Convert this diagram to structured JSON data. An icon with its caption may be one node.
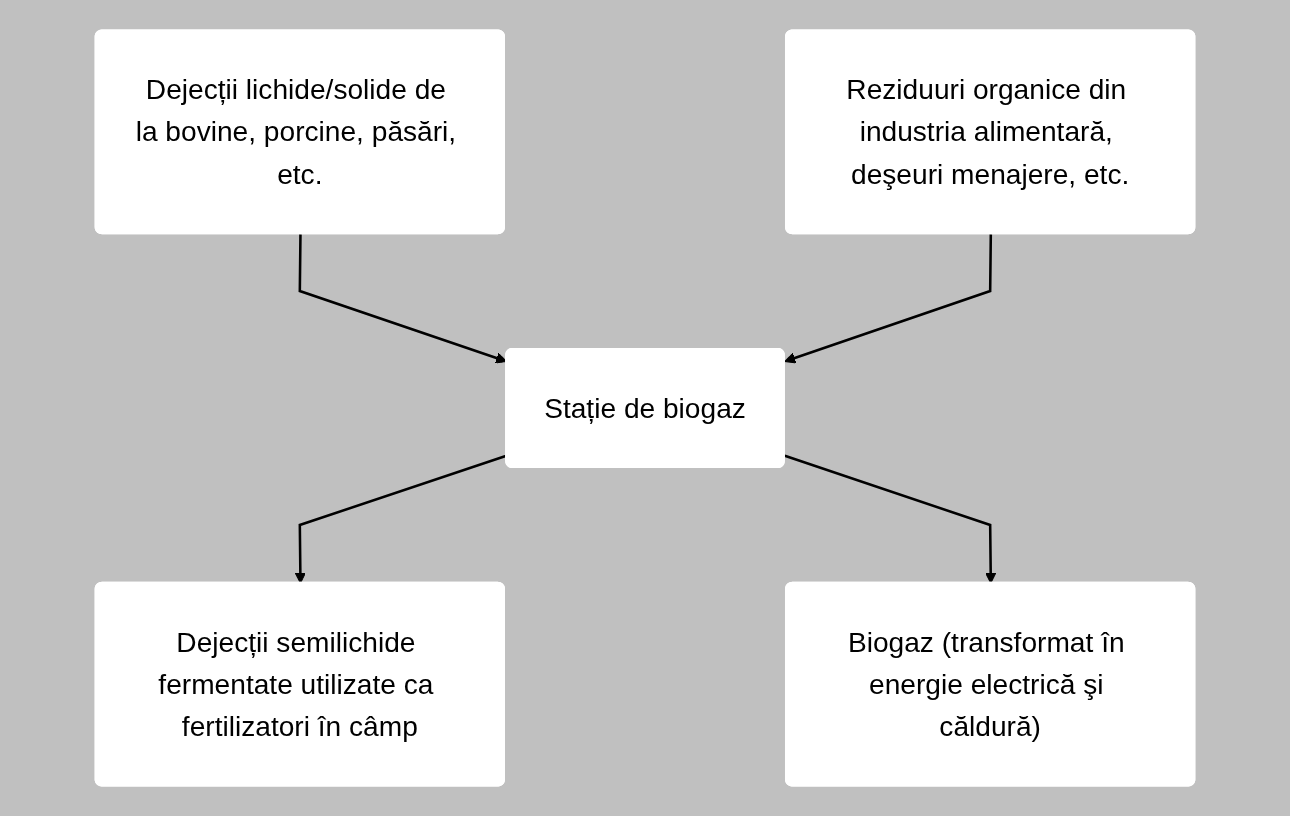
{
  "diagram": {
    "nodes": [
      {
        "text": [
          "Dejecții lichide/solide de la bovine, porcine, păsări, etc."
        ]
      },
      {
        "text": [
          "Reziduuri organice din industria alimentară, deşeuri menajere, etc."
        ]
      },
      {
        "text": [
          "Stație de biogaz"
        ]
      },
      {
        "text": [
          "Dejecții semilichide fermentate utilizate ca fertilizatori în câmp"
        ]
      },
      {
        "text": [
          "Biogaz (transformat în energie electrică şi căldură)"
        ]
      }
    ],
    "edges": [
      {
        "from": 0,
        "to": 2,
        "arrow": "to"
      },
      {
        "from": 1,
        "to": 2,
        "arrow": "to"
      },
      {
        "from": 2,
        "to": 3,
        "arrow": "to"
      },
      {
        "from": 2,
        "to": 4,
        "arrow": "to"
      }
    ]
  }
}
